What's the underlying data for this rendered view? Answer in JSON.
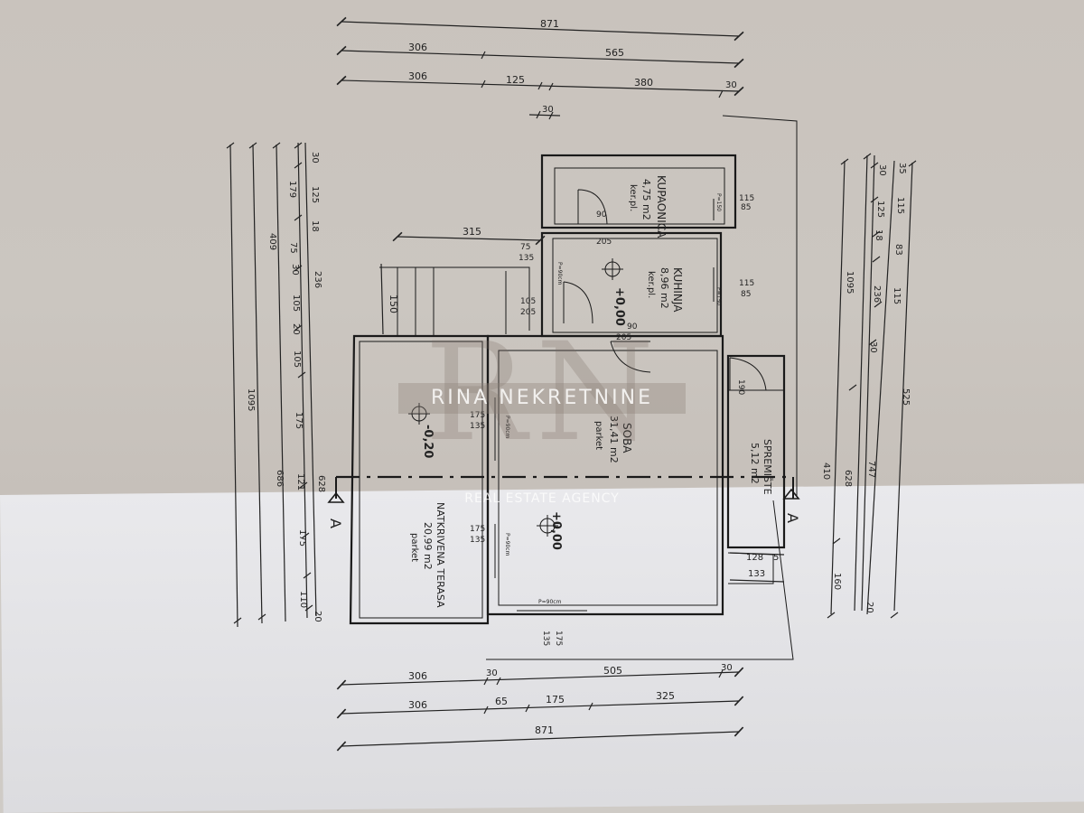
{
  "watermark": {
    "letters": "RN",
    "name": "RINA NEKRETNINE",
    "tagline": "REAL ESTATE AGENCY"
  },
  "section_marker": "A",
  "rooms": {
    "kupaonica": {
      "name": "KUPAONICA",
      "area": "4,75 m2",
      "floor": "ker.pl."
    },
    "kuhinja": {
      "name": "KUHINJA",
      "area": "8,96 m2",
      "floor": "ker.pl."
    },
    "soba": {
      "name": "SOBA",
      "area": "31,41 m2",
      "floor": "parket"
    },
    "terasa": {
      "name": "NATKRIVENA TERASA",
      "area": "20,99 m2",
      "floor": "parket"
    },
    "spremiste": {
      "name": "SPREMIŠTE",
      "area": "5,12 m2"
    }
  },
  "levels": {
    "kuhinja": "+0,00",
    "soba": "+0,00",
    "terasa": "-0,20"
  },
  "dimensions": {
    "top": [
      "871",
      "306",
      "565",
      "306",
      "125",
      "380",
      "30",
      "30"
    ],
    "bottom": [
      "306",
      "30",
      "505",
      "30",
      "306",
      "65",
      "175",
      "325",
      "871"
    ],
    "left": [
      "1095",
      "409",
      "686",
      "179",
      "30",
      "125",
      "18",
      "75",
      "30",
      "105",
      "236",
      "20",
      "105",
      "175",
      "121",
      "175",
      "110",
      "628",
      "20"
    ],
    "right": [
      "1095",
      "525",
      "747",
      "410",
      "628",
      "30",
      "35",
      "125",
      "115",
      "18",
      "83",
      "236",
      "115",
      "30",
      "160",
      "20"
    ],
    "interior": [
      "315",
      "150",
      "75",
      "135",
      "105",
      "205",
      "90",
      "205",
      "115",
      "85",
      "115",
      "85",
      "90",
      "205",
      "175",
      "135",
      "175",
      "135",
      "175",
      "135",
      "190",
      "128",
      "5",
      "133"
    ],
    "window_notes": [
      "P=90cm",
      "P=90cm",
      "P=90cm",
      "P=90cm",
      "P=150",
      "P=150"
    ]
  }
}
